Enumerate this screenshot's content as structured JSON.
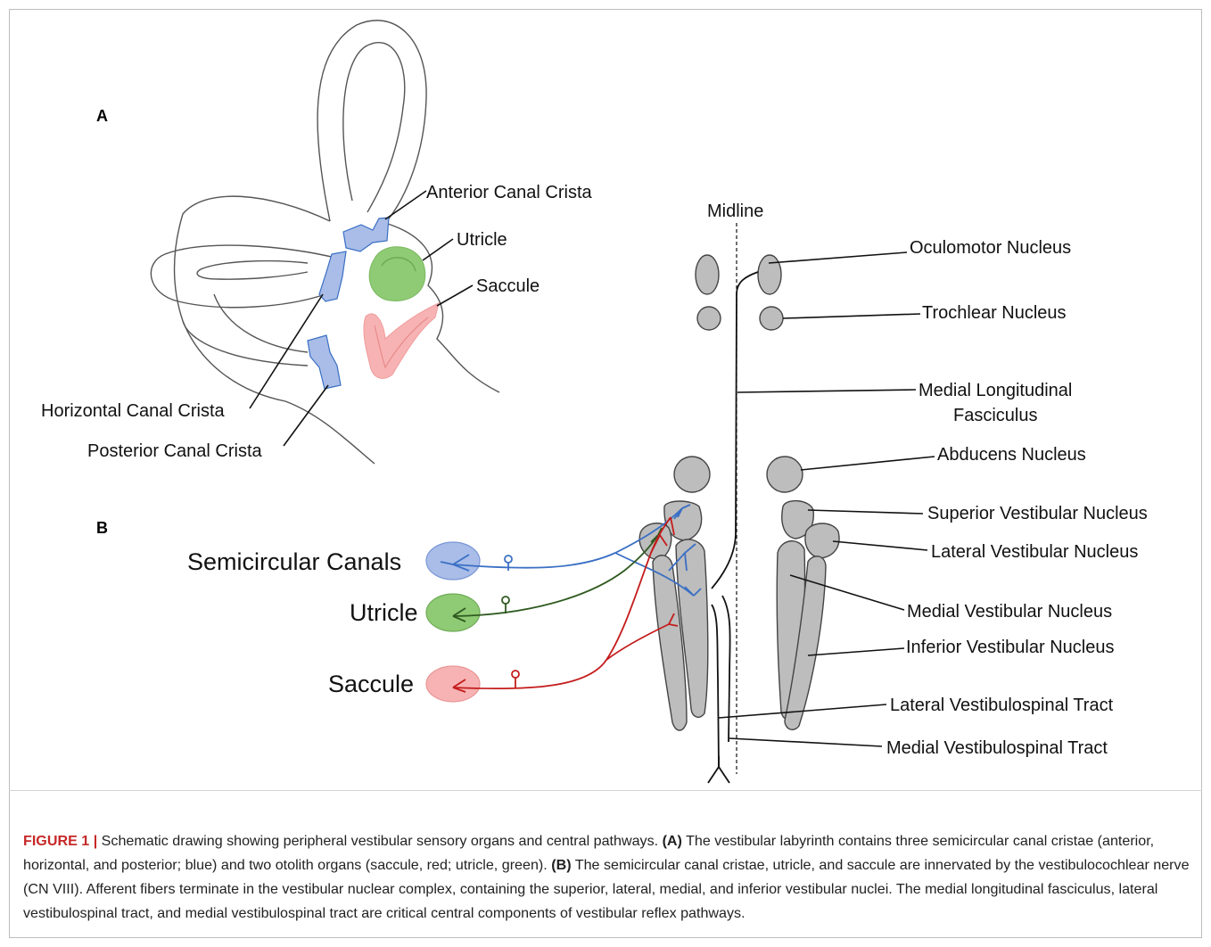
{
  "panel_labels": {
    "a": "A",
    "b": "B"
  },
  "panel_a": {
    "labels": {
      "anterior": "Anterior Canal Crista",
      "utricle": "Utricle",
      "saccule": "Saccule",
      "horizontal": "Horizontal Canal Crista",
      "posterior": "Posterior Canal Crista"
    }
  },
  "panel_b": {
    "midline": "Midline",
    "organs": {
      "semicircular": "Semicircular Canals",
      "utricle": "Utricle",
      "saccule": "Saccule"
    },
    "nuclei": {
      "oculomotor": "Oculomotor Nucleus",
      "trochlear": "Trochlear Nucleus",
      "mlf_line1": "Medial Longitudinal",
      "mlf_line2": "Fasciculus",
      "abducens": "Abducens Nucleus",
      "superior": "Superior Vestibular Nucleus",
      "lateral": "Lateral Vestibular Nucleus",
      "medial": "Medial Vestibular Nucleus",
      "inferior": "Inferior Vestibular Nucleus",
      "lvst": "Lateral Vestibulospinal Tract",
      "mvst": "Medial Vestibulospinal Tract"
    }
  },
  "colors": {
    "canal_blue": "#3a6fc4",
    "canal_fill": "#a9bde8",
    "utricle_green": "#2f5a1f",
    "utricle_fill": "#8fca74",
    "saccule_red": "#c41c1c",
    "saccule_fill": "#f7b3b3",
    "nucleus_gray": "#bdbdbd",
    "caption_accent": "#c62828"
  },
  "caption": {
    "label": "FIGURE 1 |",
    "p1": " Schematic drawing showing peripheral vestibular sensory organs and central pathways. ",
    "a_tag": "(A)",
    "p2": " The vestibular labyrinth contains three semicircular canal cristae (anterior, horizontal, and posterior; blue) and two otolith organs (saccule, red; utricle, green). ",
    "b_tag": "(B)",
    "p3": " The semicircular canal cristae, utricle, and saccule are innervated by the vestibulocochlear nerve (CN VIII). Afferent fibers terminate in the vestibular nuclear complex, containing the superior, lateral, medial, and inferior vestibular nuclei. The medial longitudinal fasciculus, lateral vestibulospinal tract, and medial vestibulospinal tract are critical central components of vestibular reflex pathways."
  }
}
